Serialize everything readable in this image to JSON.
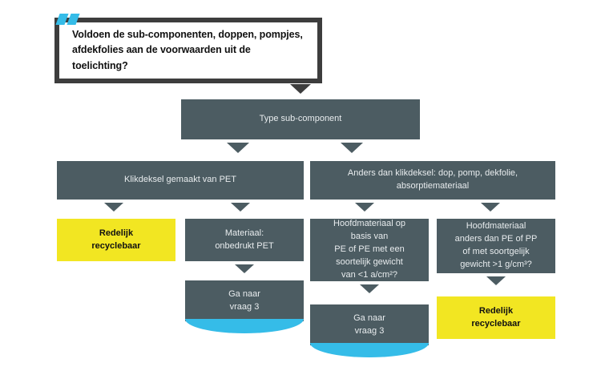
{
  "diagram": {
    "title_question": "Voldoen de sub-componenten, doppen, pompjes,\nafdekfolies aan de voorwaarden uit de toelichting?",
    "colors": {
      "slate": "#4c5c62",
      "yellow": "#f2e622",
      "blue": "#35bce8",
      "border_dark": "#3d3d3d",
      "background": "#ffffff"
    },
    "corner_marks": {
      "name": "blue-double-slash-mark",
      "count": 2
    },
    "nodes": [
      {
        "id": "type_sub_component",
        "label": "Type sub-component",
        "style": "slate"
      },
      {
        "id": "klikdeksel_pet",
        "label": "Klikdeksel gemaakt van PET",
        "style": "slate"
      },
      {
        "id": "anders_dan_klikdeksel",
        "label": "Anders dan klikdeksel: dop, pomp, dekfolie,\nabsorptiemateriaal",
        "style": "slate"
      },
      {
        "id": "redelijk_recyclebaar_left",
        "label": "Redelijk\nrecyclebaar",
        "style": "yellow"
      },
      {
        "id": "materiaal_onbedrukt_pet",
        "label": "Materiaal:\nonbedrukt PET",
        "style": "slate"
      },
      {
        "id": "hoofdmateriaal_pe",
        "label": "Hoofdmateriaal op\nbasis van\nPE of PE met een\nsoortelijk gewicht\nvan <1 a/cm²?",
        "style": "slate"
      },
      {
        "id": "hoofdmateriaal_anders",
        "label": "Hoofdmateriaal\nanders dan PE of PP\nof met soortgelijk\ngewicht >1 g/cm³?",
        "style": "slate"
      },
      {
        "id": "ga_naar_vraag_3_left",
        "label": "Ga naar\nvraag 3",
        "style": "slate",
        "footer": "blue"
      },
      {
        "id": "ga_naar_vraag_3_middle",
        "label": "Ga naar\nvraag 3",
        "style": "slate",
        "footer": "blue"
      },
      {
        "id": "redelijk_recyclebaar_right",
        "label": "Redelijk\nrecyclebaar",
        "style": "yellow"
      }
    ],
    "arrows": [
      {
        "id": "arrow-banner-to-type",
        "from": "title_question",
        "to": "type_sub_component"
      },
      {
        "id": "arrow-type-to-klikdeksel",
        "from": "type_sub_component",
        "to": "klikdeksel_pet"
      },
      {
        "id": "arrow-type-to-anders",
        "from": "type_sub_component",
        "to": "anders_dan_klikdeksel"
      },
      {
        "id": "arrow-klikdeksel-to-redelijk",
        "from": "klikdeksel_pet",
        "to": "redelijk_recyclebaar_left"
      },
      {
        "id": "arrow-klikdeksel-to-materiaal",
        "from": "klikdeksel_pet",
        "to": "materiaal_onbedrukt_pet"
      },
      {
        "id": "arrow-anders-to-hoofdmateriaal-pe",
        "from": "anders_dan_klikdeksel",
        "to": "hoofdmateriaal_pe"
      },
      {
        "id": "arrow-anders-to-hoofdmateriaal-anders",
        "from": "anders_dan_klikdeksel",
        "to": "hoofdmateriaal_anders"
      },
      {
        "id": "arrow-materiaal-to-ganaar",
        "from": "materiaal_onbedrukt_pet",
        "to": "ga_naar_vraag_3_left"
      },
      {
        "id": "arrow-hoofdpe-to-ganaar",
        "from": "hoofdmateriaal_pe",
        "to": "ga_naar_vraag_3_middle"
      },
      {
        "id": "arrow-hoofdanders-to-redelijk",
        "from": "hoofdmateriaal_anders",
        "to": "redelijk_recyclebaar_right"
      }
    ]
  }
}
